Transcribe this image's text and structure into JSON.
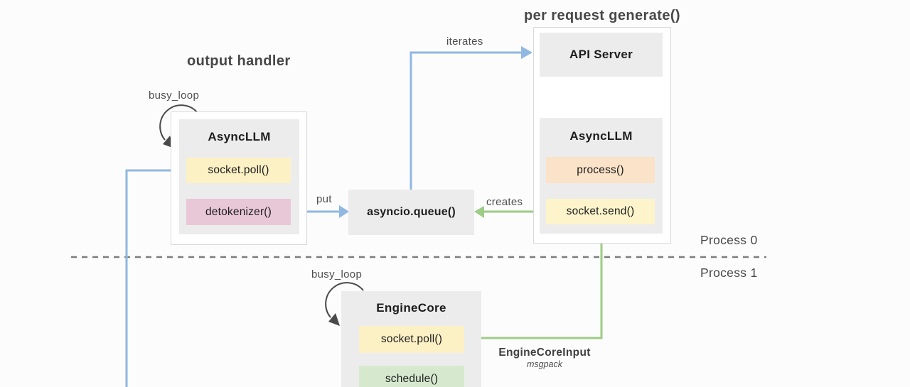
{
  "titles": {
    "output_handler": "output handler",
    "per_request": "per request generate()"
  },
  "labels": {
    "busy_loop_left": "busy_loop",
    "busy_loop_bottom": "busy_loop",
    "iterates": "iterates",
    "put": "put",
    "creates": "creates",
    "engine_core_input": "EngineCoreInput",
    "msgpack": "msgpack",
    "process0": "Process 0",
    "process1": "Process 1"
  },
  "boxes": {
    "left_asyncllm": {
      "title": "AsyncLLM",
      "items": [
        {
          "label": "socket.poll()",
          "color": "#fcf0c5"
        },
        {
          "label": "detokenizer()",
          "color": "#e8c7d7"
        }
      ]
    },
    "api_server": {
      "title": "API Server"
    },
    "right_asyncllm": {
      "title": "AsyncLLM",
      "items": [
        {
          "label": "process()",
          "color": "#fae3c8"
        },
        {
          "label": "socket.send()",
          "color": "#fdf4cb"
        }
      ]
    },
    "asyncio_queue": {
      "title": "asyncio.queue()"
    },
    "engine_core": {
      "title": "EngineCore",
      "items": [
        {
          "label": "socket.poll()",
          "color": "#fcf0c5"
        },
        {
          "label": "schedule()",
          "color": "#d6e9cf"
        }
      ]
    }
  },
  "colors": {
    "arrow_blue": "#90b8e1",
    "arrow_green": "#9dcc86",
    "loop_arrow": "#4a4a4a",
    "box_fill": "#ececec",
    "box_border": "#d9d9d9",
    "dashed_line": "#7d7d7d",
    "background": "#fcfcfc"
  }
}
